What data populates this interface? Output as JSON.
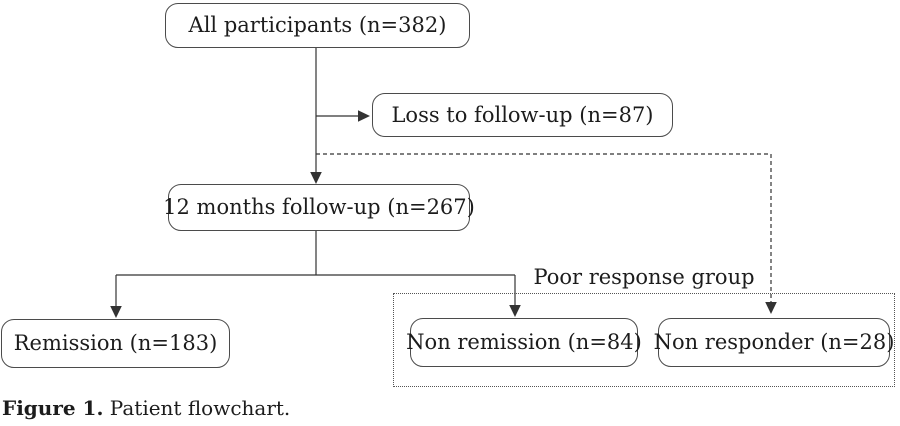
{
  "flowchart": {
    "nodes": {
      "all_participants": "All participants (n=382)",
      "loss_followup": "Loss to follow-up (n=87)",
      "twelve_months": "12 months follow-up (n=267)",
      "remission": "Remission (n=183)",
      "non_remission": "Non remission (n=84)",
      "non_responder": "Non responder (n=28)"
    },
    "group_label": "Poor response group"
  },
  "figure": {
    "caption_label": "Figure 1.",
    "caption_text": " Patient flowchart."
  },
  "colors": {
    "background": "#ffffff",
    "line": "#333333",
    "box_border": "#4b4b4b",
    "group_border": "#555555",
    "text": "#1c1c1c"
  }
}
